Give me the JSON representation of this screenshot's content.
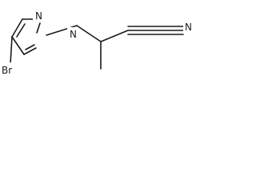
{
  "molecule": {
    "atoms": {
      "bromine": "Br",
      "pyrazole_n2": "N",
      "pyrazole_n1": "N",
      "nitrile_n": "N"
    }
  }
}
